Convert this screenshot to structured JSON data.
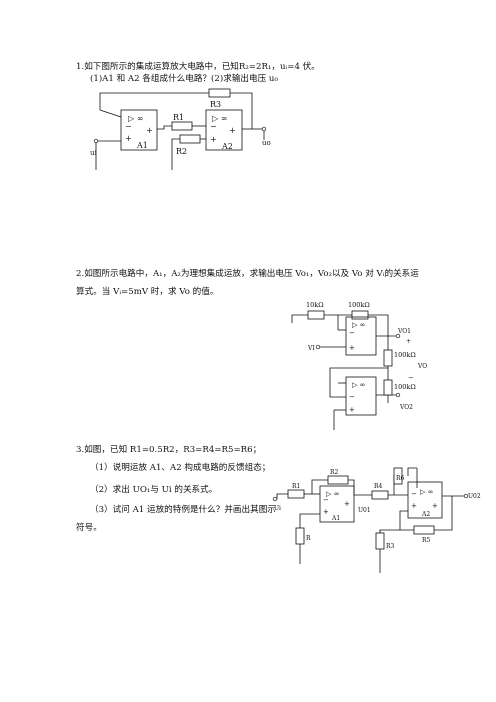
{
  "problem1": {
    "line1": "1.如下图所示的集成运算放大电路中，已知R₂=2R₁，uᵢ=4 伏。",
    "line2": "(1)A1 和 A2 各组成什么电路？(2)求输出电压 u₀",
    "circuit": {
      "r3": "R3",
      "r1": "R1",
      "r2": "R2",
      "a1": "A1",
      "a2": "A2",
      "plus": "+",
      "minus": "−",
      "inf": "▷ ∞",
      "ui": "ui",
      "uo": "uo"
    }
  },
  "problem2": {
    "line1": "2.如图所示电路中，A₁，A₂为理想集成运放，求输出电压 Vo₁，Vo₂以及 Vo 对 Vᵢ的关系运",
    "line2": "算式。当 Vᵢ=5mV 时，求 Vo 的值。",
    "circuit": {
      "r10k": "10kΩ",
      "r100k_top": "100kΩ",
      "r100k_mid": "100kΩ",
      "r100k_bot": "100kΩ",
      "vi": "VI",
      "vo1": "VO1",
      "vo2": "VO2",
      "vo": "VO",
      "plus": "+",
      "minus": "−",
      "inf": "▷ ∞"
    }
  },
  "problem3": {
    "line1": "3.如图，已知 R1=0.5R2，R3=R4=R5=R6；",
    "line2": "（1）说明运放 A1、A2 构成电路的反馈组态；",
    "line3": "（2）求出 UO₁与 Ui 的关系式。",
    "line4": "（3）试问 A1 运放的特例是什么？并画出其图示",
    "line5": "符号。",
    "circuit": {
      "r1": "R1",
      "r2": "R2",
      "r": "R",
      "r3": "R3",
      "r4": "R4",
      "r5": "R5",
      "r6": "R6",
      "a1": "A1",
      "a2": "A2",
      "ui": "Ui",
      "uo1": "U01",
      "uo2": "U02",
      "plus": "+",
      "minus": "−",
      "inf": "▷ ∞"
    }
  }
}
